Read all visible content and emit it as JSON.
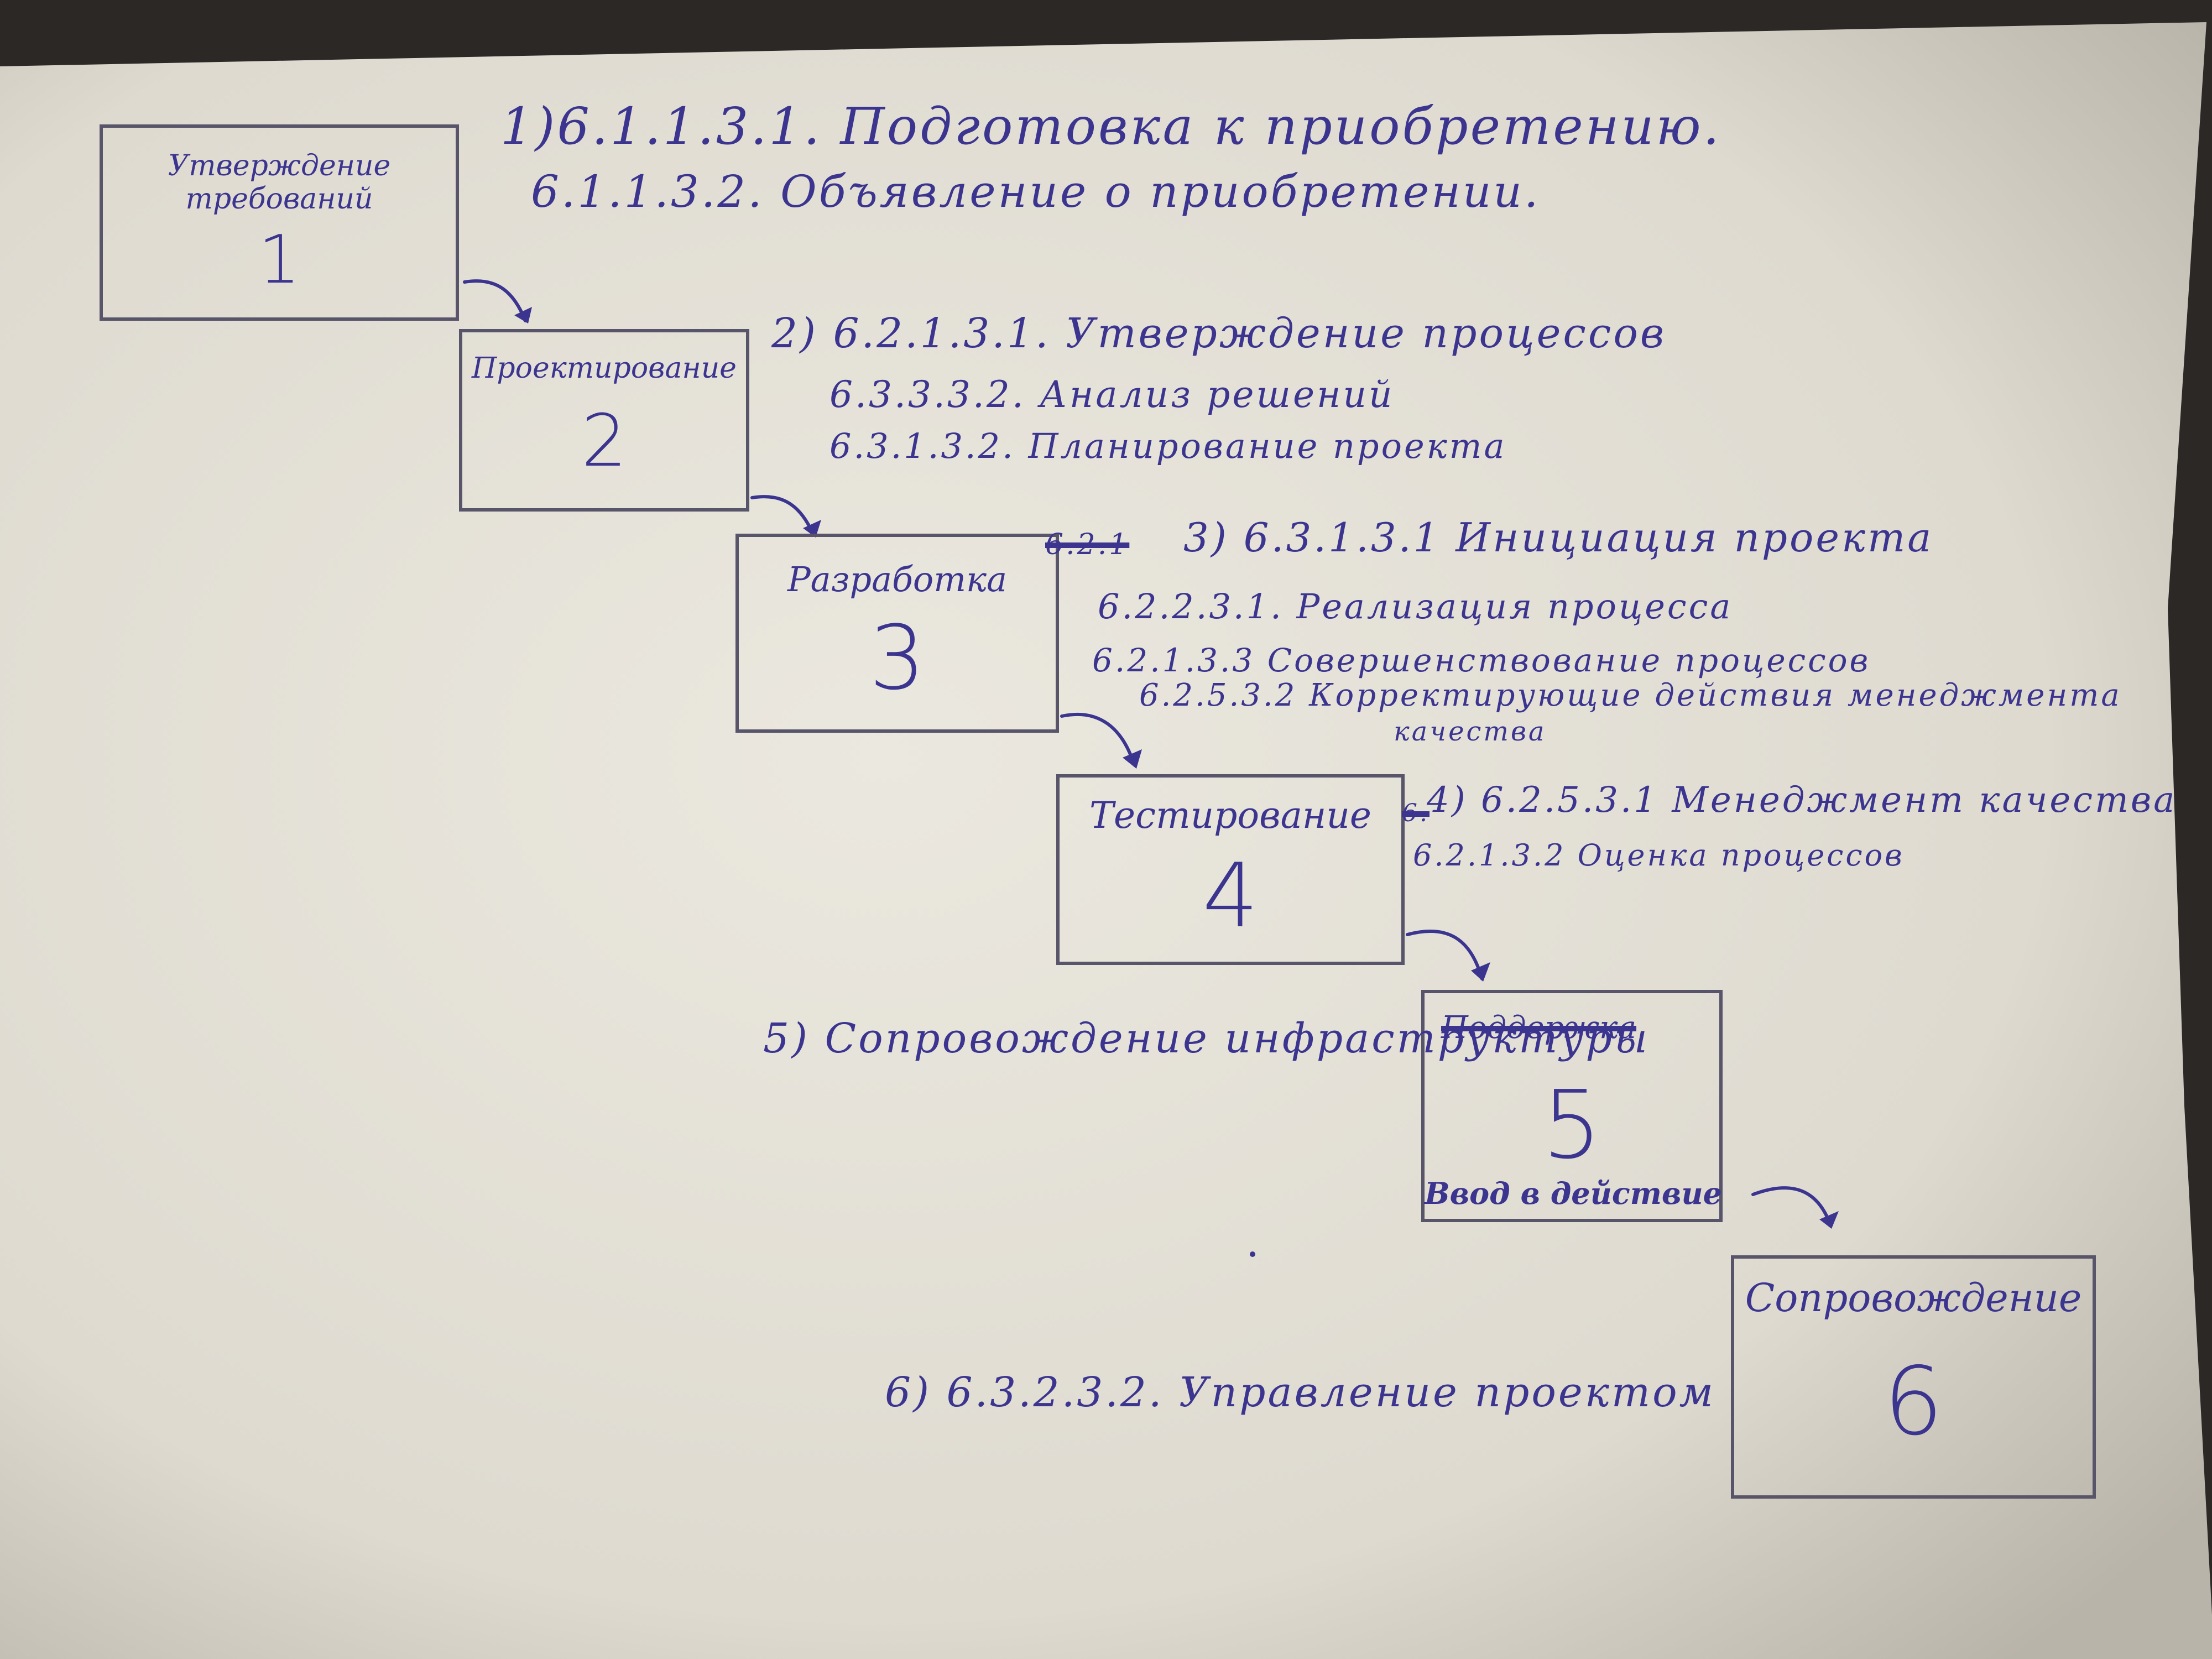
{
  "colors": {
    "ink": "#3b3590",
    "paper": "#ebe8df",
    "background": "#2b2826",
    "box_line": "#58546a"
  },
  "stages": [
    {
      "label": "Утверждение требований",
      "number": "1"
    },
    {
      "label": "Проектирование",
      "number": "2"
    },
    {
      "label": "Разработка",
      "number": "3"
    },
    {
      "label": "Тестирование",
      "number": "4"
    },
    {
      "label_crossed": "Поддержка",
      "label": "Ввод в действие",
      "number": "5"
    },
    {
      "label": "Сопровождение",
      "number": "6"
    }
  ],
  "notes": {
    "n1": [
      "1)6.1.1.3.1. Подготовка к приобретению.",
      "6.1.1.3.2. Объявление о приобретении."
    ],
    "n2": [
      "2) 6.2.1.3.1. Утверждение процессов",
      "6.3.3.3.2. Анализ решений",
      "6.3.1.3.2. Планирование проекта"
    ],
    "n3_crossed": "6.2.1",
    "n3": [
      "3) 6.3.1.3.1 Инициация проекта",
      "6.2.2.3.1. Реализация процесса",
      "6.2.1.3.3 Совершенствование процессов",
      "6.2.5.3.2 Корректирующие действия менеджмента",
      "качества"
    ],
    "n4_crossed": "6.",
    "n4": [
      "4) 6.2.5.3.1 Менеджмент качества",
      "6.2.1.3.2 Оценка процессов"
    ],
    "n5": "5) Сопровождение инфраструктуры",
    "n6": "6) 6.3.2.3.2. Управление проектом"
  }
}
